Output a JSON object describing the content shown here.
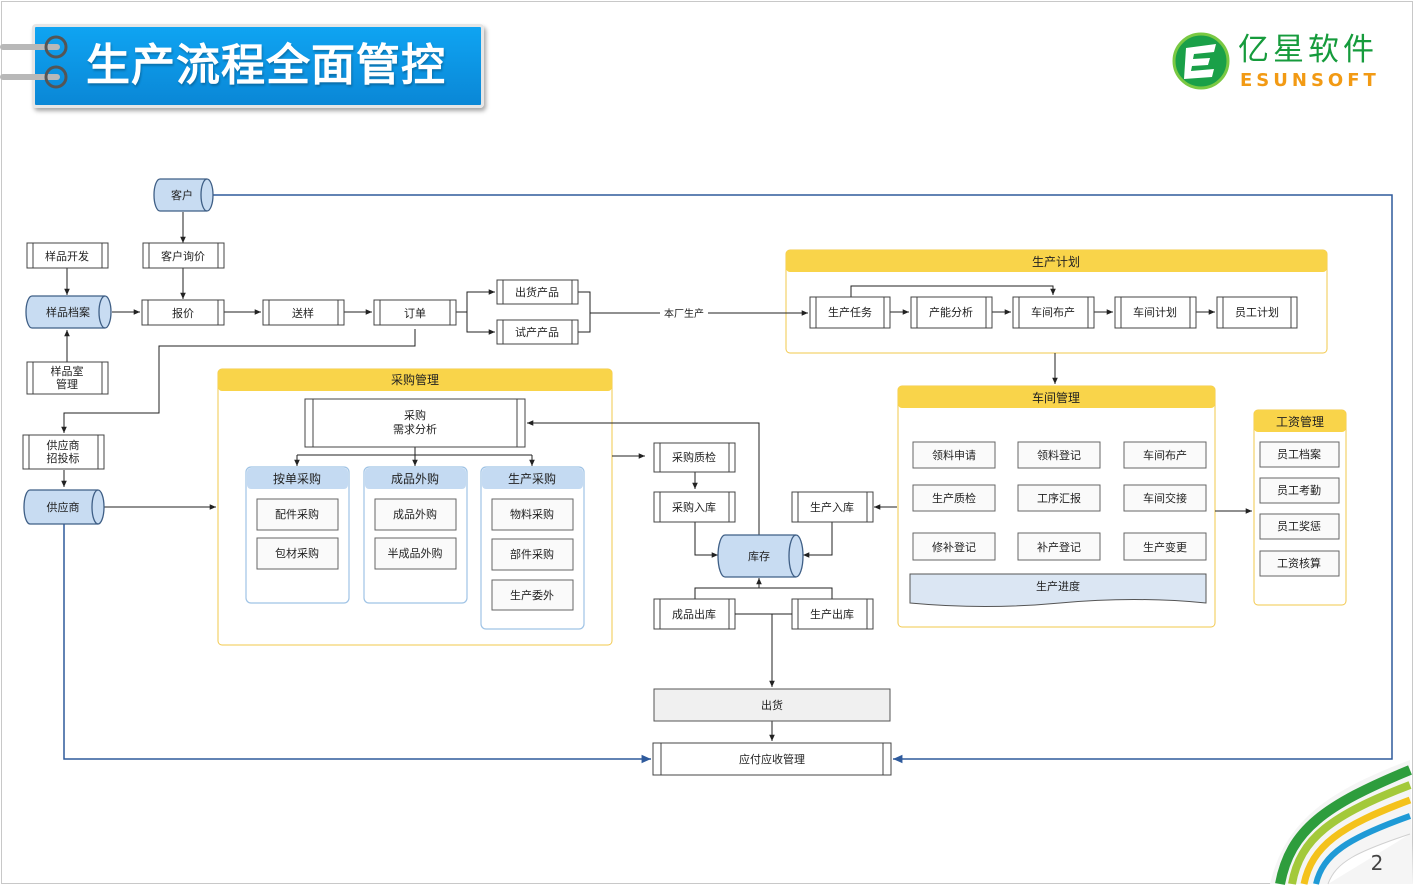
{
  "slide": {
    "title": "生产流程全面管控",
    "page_number": "2",
    "brand_colors": {
      "banner": "#0a8fdc",
      "logo_green": "#169b3c",
      "logo_orange": "#f29a14",
      "group_yellow": "#f9d44a",
      "sub_blue": "#c4daf2"
    }
  },
  "logo": {
    "cn": "亿星软件",
    "en": "ESUNSOFT",
    "icon": "esunsoft-e-icon"
  },
  "diagram": {
    "nodes": {
      "customer": "客户",
      "sample_dev": "样品开发",
      "customer_inquiry": "客户询价",
      "sample_archive": "样品档案",
      "quote": "报价",
      "send_sample": "送样",
      "order": "订单",
      "ship_product": "出货产品",
      "trial_product": "试产产品",
      "sample_room_l1": "样品室",
      "sample_room_l2": "管理",
      "supplier_bid_l1": "供应商",
      "supplier_bid_l2": "招投标",
      "supplier": "供应商",
      "purchase_qc": "采购质检",
      "purchase_in": "采购入库",
      "production_in": "生产入库",
      "inventory": "库存",
      "finished_out": "成品出库",
      "production_out": "生产出库",
      "shipping": "出货",
      "ar_ap": "应付应收管理",
      "edge_label_own_factory": "本厂生产"
    },
    "production_plan": {
      "title": "生产计划",
      "items": [
        "生产任务",
        "产能分析",
        "车间布产",
        "车间计划",
        "员工计划"
      ]
    },
    "purchase_mgmt": {
      "title": "采购管理",
      "demand_l1": "采购",
      "demand_l2": "需求分析",
      "order_purchase": {
        "title": "按单采购",
        "items": [
          "配件采购",
          "包材采购"
        ]
      },
      "outsourcing": {
        "title": "成品外购",
        "items": [
          "成品外购",
          "半成品外购"
        ]
      },
      "prod_purchase": {
        "title": "生产采购",
        "items": [
          "物料采购",
          "部件采购",
          "生产委外"
        ]
      }
    },
    "workshop_mgmt": {
      "title": "车间管理",
      "items": [
        "领料申请",
        "领料登记",
        "车间布产",
        "生产质检",
        "工序汇报",
        "车间交接",
        "修补登记",
        "补产登记",
        "生产变更"
      ],
      "progress": "生产进度"
    },
    "payroll_mgmt": {
      "title": "工资管理",
      "items": [
        "员工档案",
        "员工考勤",
        "员工奖惩",
        "工资核算"
      ]
    }
  }
}
